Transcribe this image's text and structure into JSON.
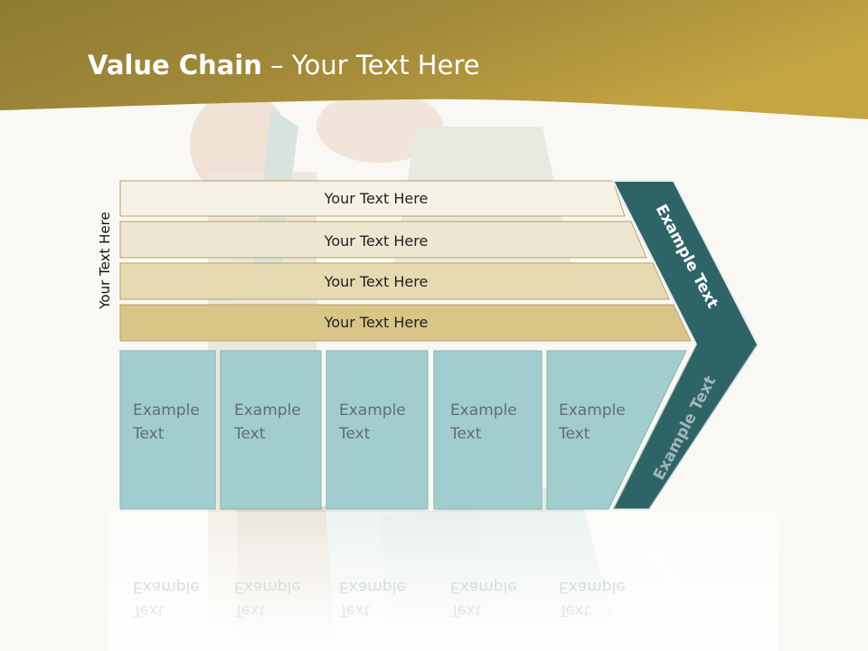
{
  "title": {
    "bold": "Value Chain",
    "rest": " – Your Text Here"
  },
  "side_label": "Your Text Here",
  "bars": [
    {
      "label": "Your Text Here",
      "color": "#f5f1e4"
    },
    {
      "label": "Your Text Here",
      "color": "#efe6cf"
    },
    {
      "label": "Your Text Here",
      "color": "#e6dab2"
    },
    {
      "label": "Your Text Here",
      "color": "#d8c587"
    }
  ],
  "boxes": [
    {
      "line1": "Example",
      "line2": "Text"
    },
    {
      "line1": "Example",
      "line2": "Text"
    },
    {
      "line1": "Example",
      "line2": "Text"
    },
    {
      "line1": "Example",
      "line2": "Text"
    },
    {
      "line1": "Example",
      "line2": "Text"
    }
  ],
  "chevron_top": "Example Text",
  "chevron_bottom": "Example Text",
  "colors": {
    "header_dark": "#8a7530",
    "header_light": "#c4a445",
    "box_fill": "#a2cdcf",
    "chevron_fill": "#2f6466",
    "background": "#f9f8f4"
  }
}
